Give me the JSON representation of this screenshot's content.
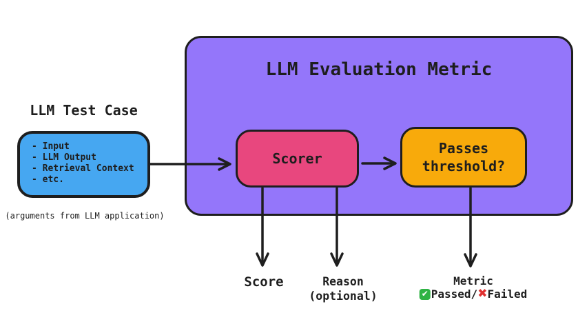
{
  "diagram": {
    "title": "LLM Evaluation Metric flow diagram",
    "colors": {
      "stroke": "#1e1e1e",
      "test_case_fill": "#46a7f1",
      "container_fill": "#9476fa",
      "scorer_fill": "#e8477e",
      "threshold_fill": "#f8aa0b",
      "check_green": "#2fb344",
      "cross_red": "#e03131",
      "background": "#ffffff"
    },
    "test_case": {
      "title": "LLM Test Case",
      "items": [
        "- Input",
        "- LLM Output",
        "- Retrieval Context",
        "- etc."
      ],
      "caption": "(arguments from LLM application)"
    },
    "evaluation_metric": {
      "title": "LLM Evaluation Metric"
    },
    "scorer": {
      "label": "Scorer"
    },
    "threshold": {
      "line1": "Passes",
      "line2": "threshold?"
    },
    "outputs": {
      "score_label": "Score",
      "reason_line1": "Reason",
      "reason_line2": "(optional)",
      "metric_label": "Metric",
      "passed_label": "Passed/",
      "failed_label": "Failed",
      "check_glyph": "✔",
      "cross_glyph": "✖"
    }
  }
}
